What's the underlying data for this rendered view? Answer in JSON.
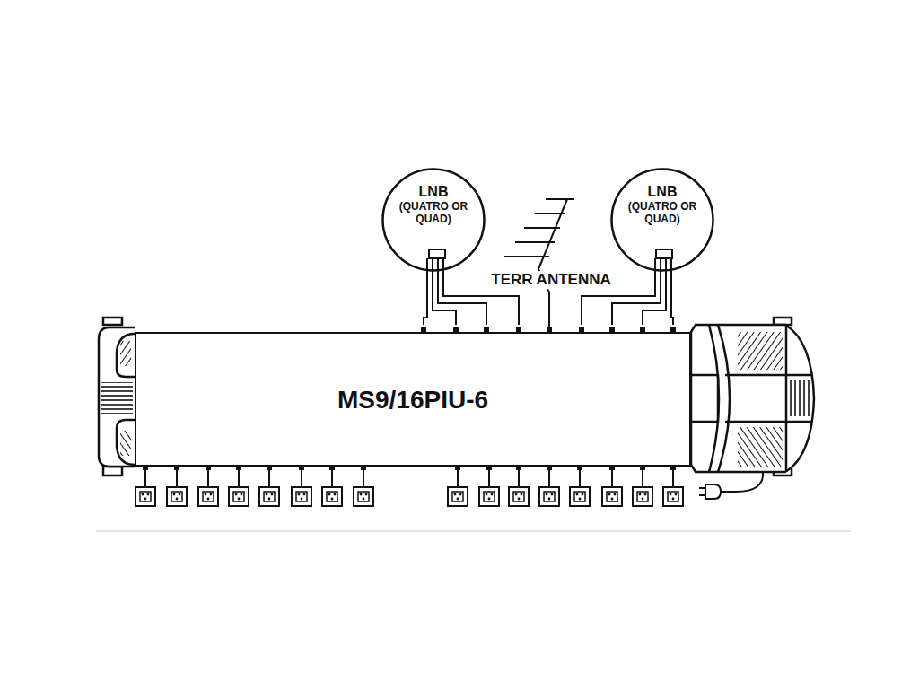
{
  "diagram": {
    "nodes": [
      {
        "text": [
          "LNB",
          "(QUATRO OR QUAD)"
        ]
      },
      {
        "text": [
          "LNB",
          "(QUATRO OR QUAD)"
        ]
      },
      {
        "text": [
          "MS9/16PIU-6"
        ]
      }
    ],
    "edges": [
      {
        "from": 0,
        "to": 2,
        "arrow": "none"
      },
      {
        "from": 0,
        "to": 2,
        "arrow": "none"
      },
      {
        "from": 0,
        "to": 2,
        "arrow": "none"
      },
      {
        "from": 0,
        "to": 2,
        "arrow": "none"
      },
      {
        "from": 1,
        "to": 2,
        "arrow": "none"
      },
      {
        "from": 1,
        "to": 2,
        "arrow": "none"
      },
      {
        "from": 1,
        "to": 2,
        "arrow": "none"
      },
      {
        "from": 1,
        "to": 2,
        "arrow": "none"
      }
    ],
    "labels": [
      "TERR ANTENNA"
    ]
  }
}
